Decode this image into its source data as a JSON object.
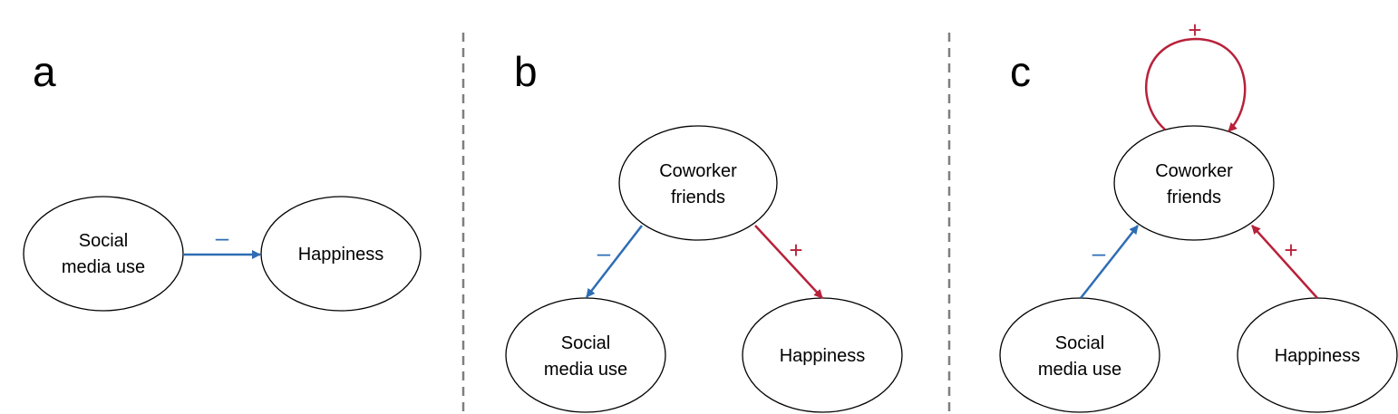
{
  "colors": {
    "negative": "#2e6db4",
    "positive": "#b8213a",
    "divider": "#7f7f7f"
  },
  "panels": [
    {
      "letter": "a",
      "nodes": {
        "social": [
          "Social",
          "media use"
        ],
        "happiness": [
          "Happiness"
        ]
      },
      "edges": [
        {
          "from": "Social media use",
          "to": "Happiness",
          "sign": "–"
        }
      ]
    },
    {
      "letter": "b",
      "nodes": {
        "coworker": [
          "Coworker",
          "friends"
        ],
        "social": [
          "Social",
          "media use"
        ],
        "happiness": [
          "Happiness"
        ]
      },
      "edges": [
        {
          "from": "Coworker friends",
          "to": "Social media use",
          "sign": "–"
        },
        {
          "from": "Coworker friends",
          "to": "Happiness",
          "sign": "+"
        }
      ]
    },
    {
      "letter": "c",
      "nodes": {
        "coworker": [
          "Coworker",
          "friends"
        ],
        "social": [
          "Social",
          "media use"
        ],
        "happiness": [
          "Happiness"
        ]
      },
      "edges": [
        {
          "from": "Coworker friends",
          "to": "Coworker friends",
          "sign": "+"
        },
        {
          "from": "Social media use",
          "to": "Coworker friends",
          "sign": "–"
        },
        {
          "from": "Happiness",
          "to": "Coworker friends",
          "sign": "+"
        }
      ]
    }
  ]
}
